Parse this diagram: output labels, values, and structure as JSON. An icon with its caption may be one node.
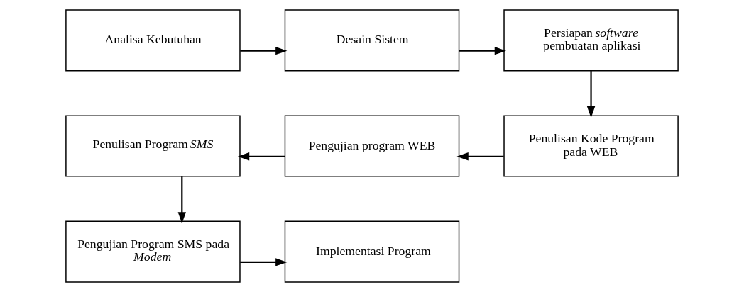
{
  "diagram": {
    "nodes": [
      {
        "text": [
          "Analisa Kebutuhan"
        ]
      },
      {
        "text": [
          "Desain Sistem"
        ]
      },
      {
        "text": [
          "Persiapan *software* pembuatan aplikasi"
        ]
      },
      {
        "text": [
          "Penulisan Kode Program pada WEB"
        ]
      },
      {
        "text": [
          "Pengujian program WEB"
        ]
      },
      {
        "text": [
          "Penulisan Program *SMS*"
        ]
      },
      {
        "text": [
          "Pengujian Program SMS pada *Modem*"
        ]
      },
      {
        "text": [
          "Implementasi Program"
        ]
      }
    ],
    "edges": [
      {
        "from": 0,
        "to": 1,
        "arrow": "to"
      },
      {
        "from": 1,
        "to": 2,
        "arrow": "to"
      },
      {
        "from": 2,
        "to": 3,
        "arrow": "to"
      },
      {
        "from": 3,
        "to": 4,
        "arrow": "to"
      },
      {
        "from": 4,
        "to": 5,
        "arrow": "to"
      },
      {
        "from": 5,
        "to": 6,
        "arrow": "to"
      },
      {
        "from": 6,
        "to": 7,
        "arrow": "to"
      }
    ]
  }
}
